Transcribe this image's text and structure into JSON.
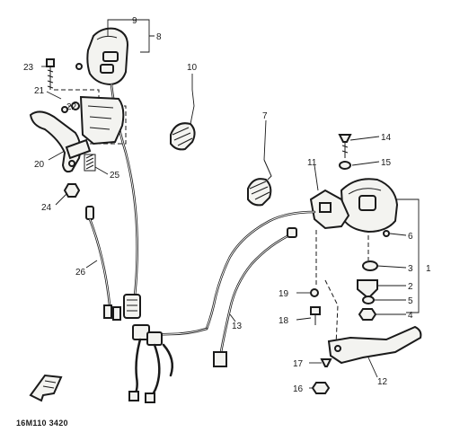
{
  "callouts": {
    "c1": "1",
    "c2": "2",
    "c3": "3",
    "c4": "4",
    "c5": "5",
    "c6": "6",
    "c7": "7",
    "c8": "8",
    "c9": "9",
    "c10": "10",
    "c11": "11",
    "c12": "12",
    "c13": "13",
    "c14": "14",
    "c15": "15",
    "c16": "16",
    "c17": "17",
    "c18": "18",
    "c19": "19",
    "c20": "20",
    "c21": "21",
    "c22": "22",
    "c23": "23",
    "c24": "24",
    "c25": "25",
    "c26": "26"
  },
  "diagram_code": "16M110 3420"
}
